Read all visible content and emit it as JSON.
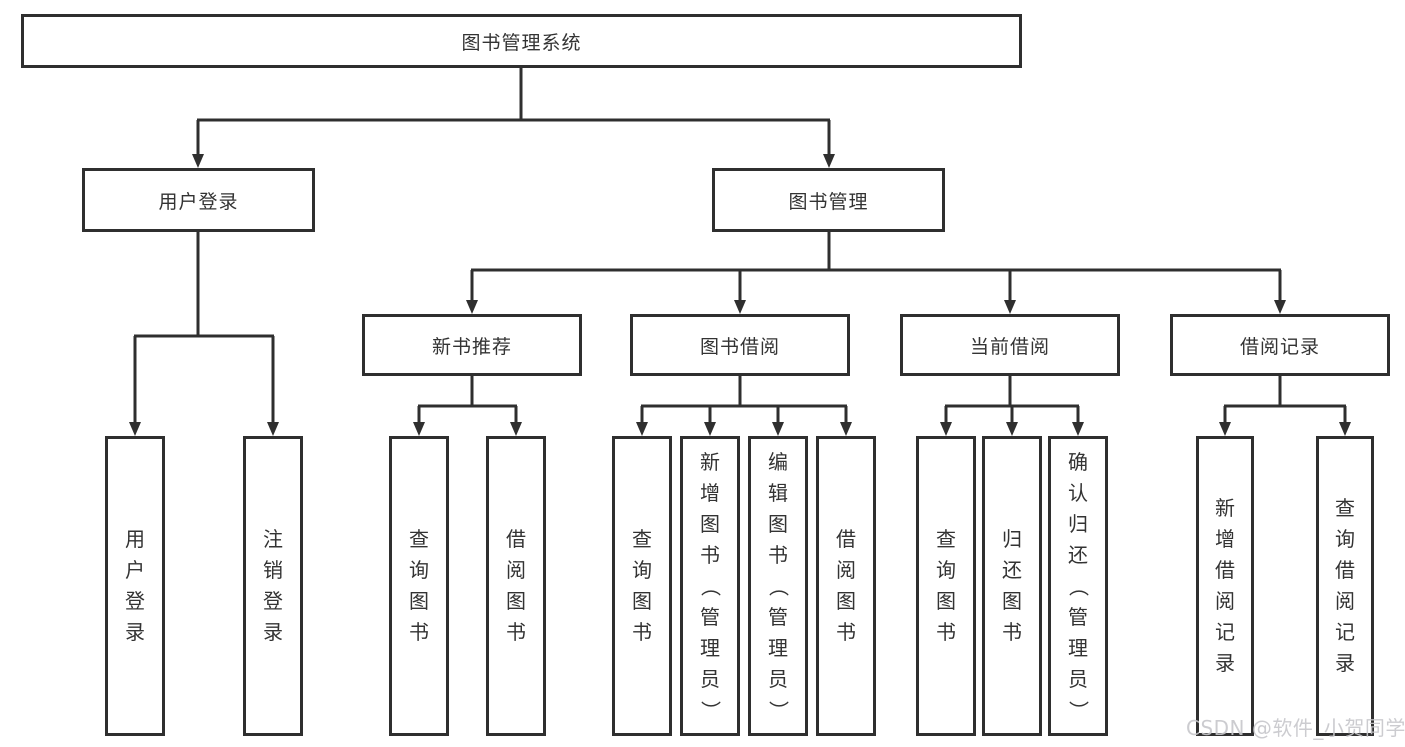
{
  "diagram": {
    "root": {
      "label": "图书管理系统"
    },
    "level2": [
      {
        "label": "用户登录"
      },
      {
        "label": "图书管理"
      }
    ],
    "level3": [
      {
        "label": "新书推荐"
      },
      {
        "label": "图书借阅"
      },
      {
        "label": "当前借阅"
      },
      {
        "label": "借阅记录"
      }
    ],
    "leaves": {
      "user_login": [
        "用户登录",
        "注销登录"
      ],
      "new_books": [
        "查询图书",
        "借阅图书"
      ],
      "borrow": [
        "查询图书",
        "新增图书（管理员）",
        "编辑图书（管理员）",
        "借阅图书"
      ],
      "current": [
        "查询图书",
        "归还图书",
        "确认归还（管理员）"
      ],
      "records": [
        "新增借阅记录",
        "查询借阅记录"
      ]
    }
  },
  "watermark": {
    "text": "CSDN @软件_小贺同学"
  },
  "colors": {
    "line": "#2f2f2f",
    "text": "#333333",
    "background": "#ffffff",
    "watermark": "#c7c7cb"
  }
}
